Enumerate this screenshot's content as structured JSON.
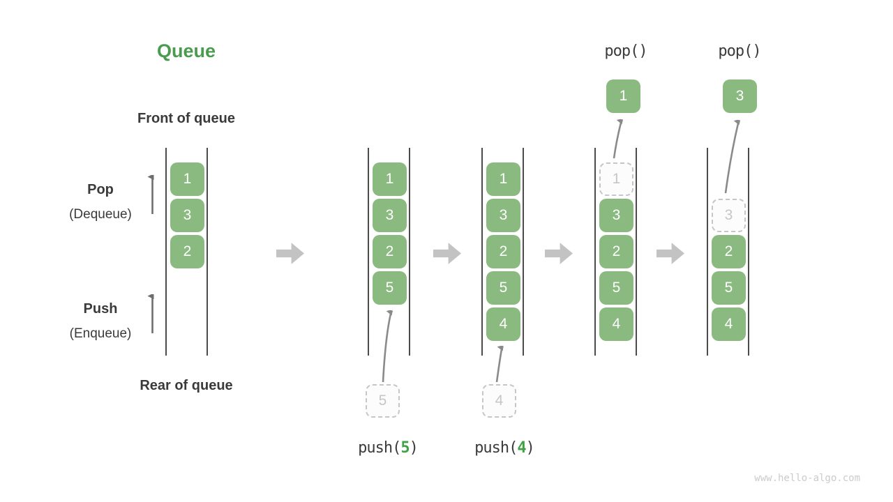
{
  "title": "Queue",
  "labels": {
    "front": "Front of queue",
    "rear": "Rear of queue",
    "pop": "Pop",
    "pop_sub": "(Dequeue)",
    "push": "Push",
    "push_sub": "(Enqueue)"
  },
  "operations": {
    "pop1": "pop()",
    "pop2": "pop()",
    "push_prefix": "push(",
    "push_suffix": ")",
    "push1_value": "5",
    "push2_value": "4"
  },
  "columns": [
    {
      "cells": [
        "1",
        "3",
        "2"
      ]
    },
    {
      "cells": [
        "1",
        "3",
        "2",
        "5"
      ],
      "incoming": "5"
    },
    {
      "cells": [
        "1",
        "3",
        "2",
        "5",
        "4"
      ],
      "incoming": "4"
    },
    {
      "popped": "1",
      "dashed": "1",
      "cells": [
        "3",
        "2",
        "5",
        "4"
      ]
    },
    {
      "popped": "3",
      "dashed": "3",
      "cells": [
        "2",
        "5",
        "4"
      ]
    }
  ],
  "watermark": "www.hello-algo.com",
  "colors": {
    "cell_green": "#8aba80",
    "title_green": "#4a9b50",
    "accent_green": "#3fa246",
    "rail_gray": "#4b4b4b",
    "flow_arrow_gray": "#c3c3c3",
    "ghost_gray": "#c6c6c6"
  }
}
